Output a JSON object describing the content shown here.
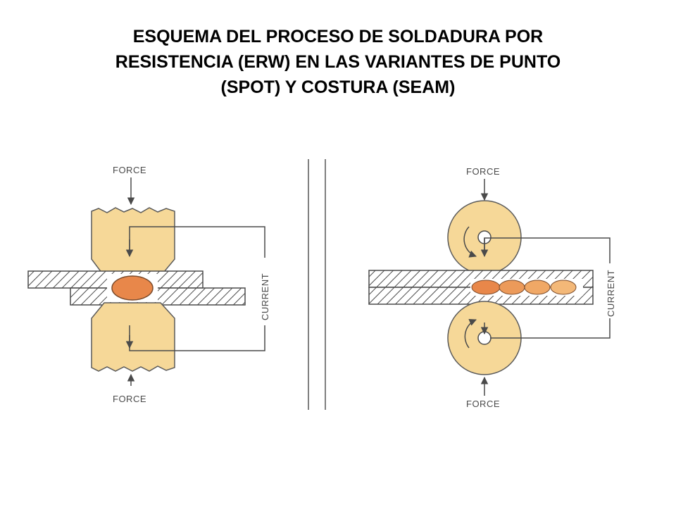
{
  "title": {
    "line1": "ESQUEMA DEL PROCESO DE SOLDADURA POR",
    "line2": "RESISTENCIA (ERW) EN LAS VARIANTES DE PUNTO",
    "line3": "(SPOT) Y COSTURA (SEAM)"
  },
  "spot": {
    "force_top": "FORCE",
    "force_bottom": "FORCE",
    "current": "CURRENT"
  },
  "seam": {
    "force_top": "FORCE",
    "force_bottom": "FORCE",
    "current": "CURRENT"
  },
  "colors": {
    "electrode": "#f6d898",
    "outline": "#5a5a5a",
    "nugget": "#e8874a",
    "nugget_light": "#f3b070",
    "sheet_stroke": "#4a4a4a"
  }
}
